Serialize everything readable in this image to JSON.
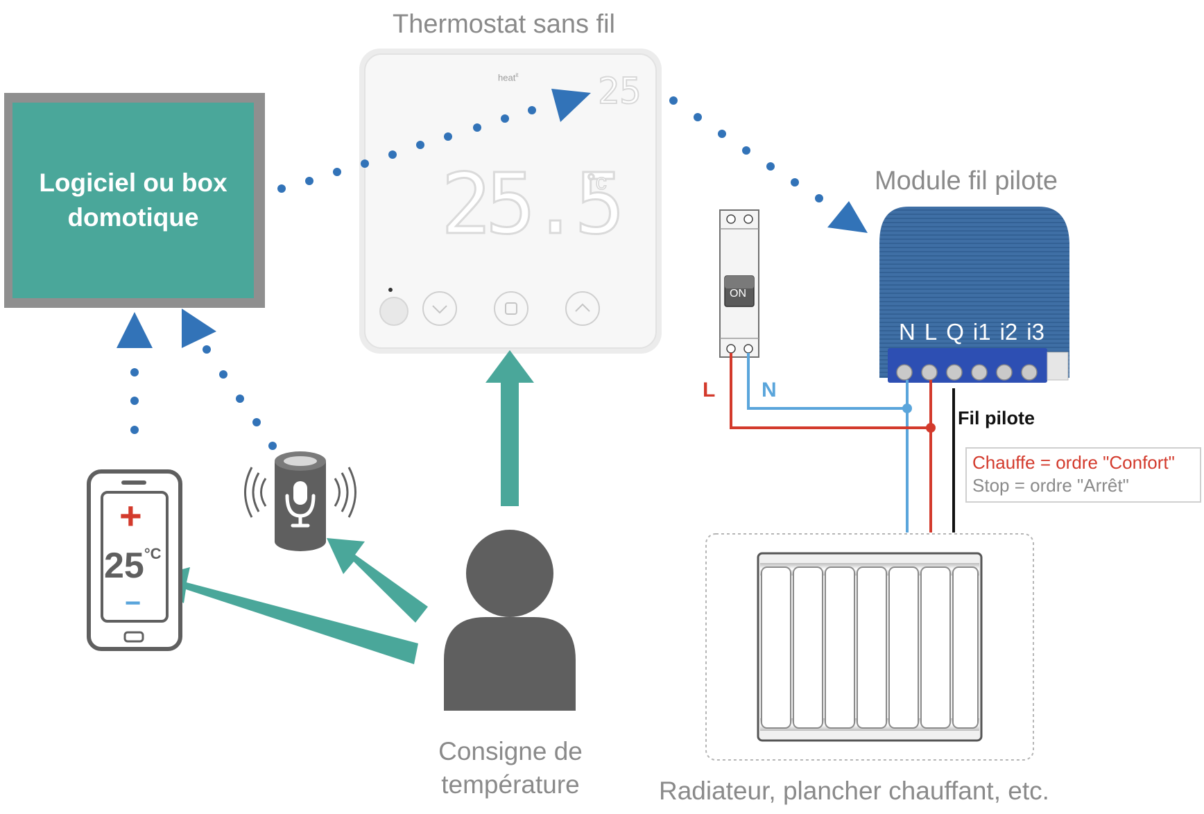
{
  "titles": {
    "thermostat": "Thermostat sans fil",
    "module": "Module fil pilote",
    "consigne": "Consigne de\ntempérature",
    "radiator": "Radiateur, plancher chauffant, etc."
  },
  "box": {
    "label": "Logiciel ou box\ndomotique"
  },
  "thermostat": {
    "brand": "heat",
    "brand_sup": "it",
    "setpoint": "25",
    "display_temp": "25.5",
    "unit": "°c"
  },
  "phone": {
    "plus": "+",
    "temp": "25",
    "unit": "°C",
    "minus": "−"
  },
  "breaker": {
    "switch_label": "ON"
  },
  "module": {
    "terminals": [
      "N",
      "L",
      "Q",
      "i1",
      "i2",
      "i3"
    ]
  },
  "wiring": {
    "l_label": "L",
    "n_label": "N",
    "fil_pilote": "Fil pilote"
  },
  "legend": {
    "line1": "Chauffe = ordre \"Confort\"",
    "line2": "Stop = ordre \"Arrêt\""
  },
  "colors": {
    "teal": "#4aa79a",
    "box_border": "#8f8f8f",
    "dots_blue": "#3273b8",
    "wire_red": "#d33a2c",
    "wire_blue": "#5aa5db",
    "icon_gray": "#5f5f5f",
    "module_blue": "#3d6fa8"
  }
}
